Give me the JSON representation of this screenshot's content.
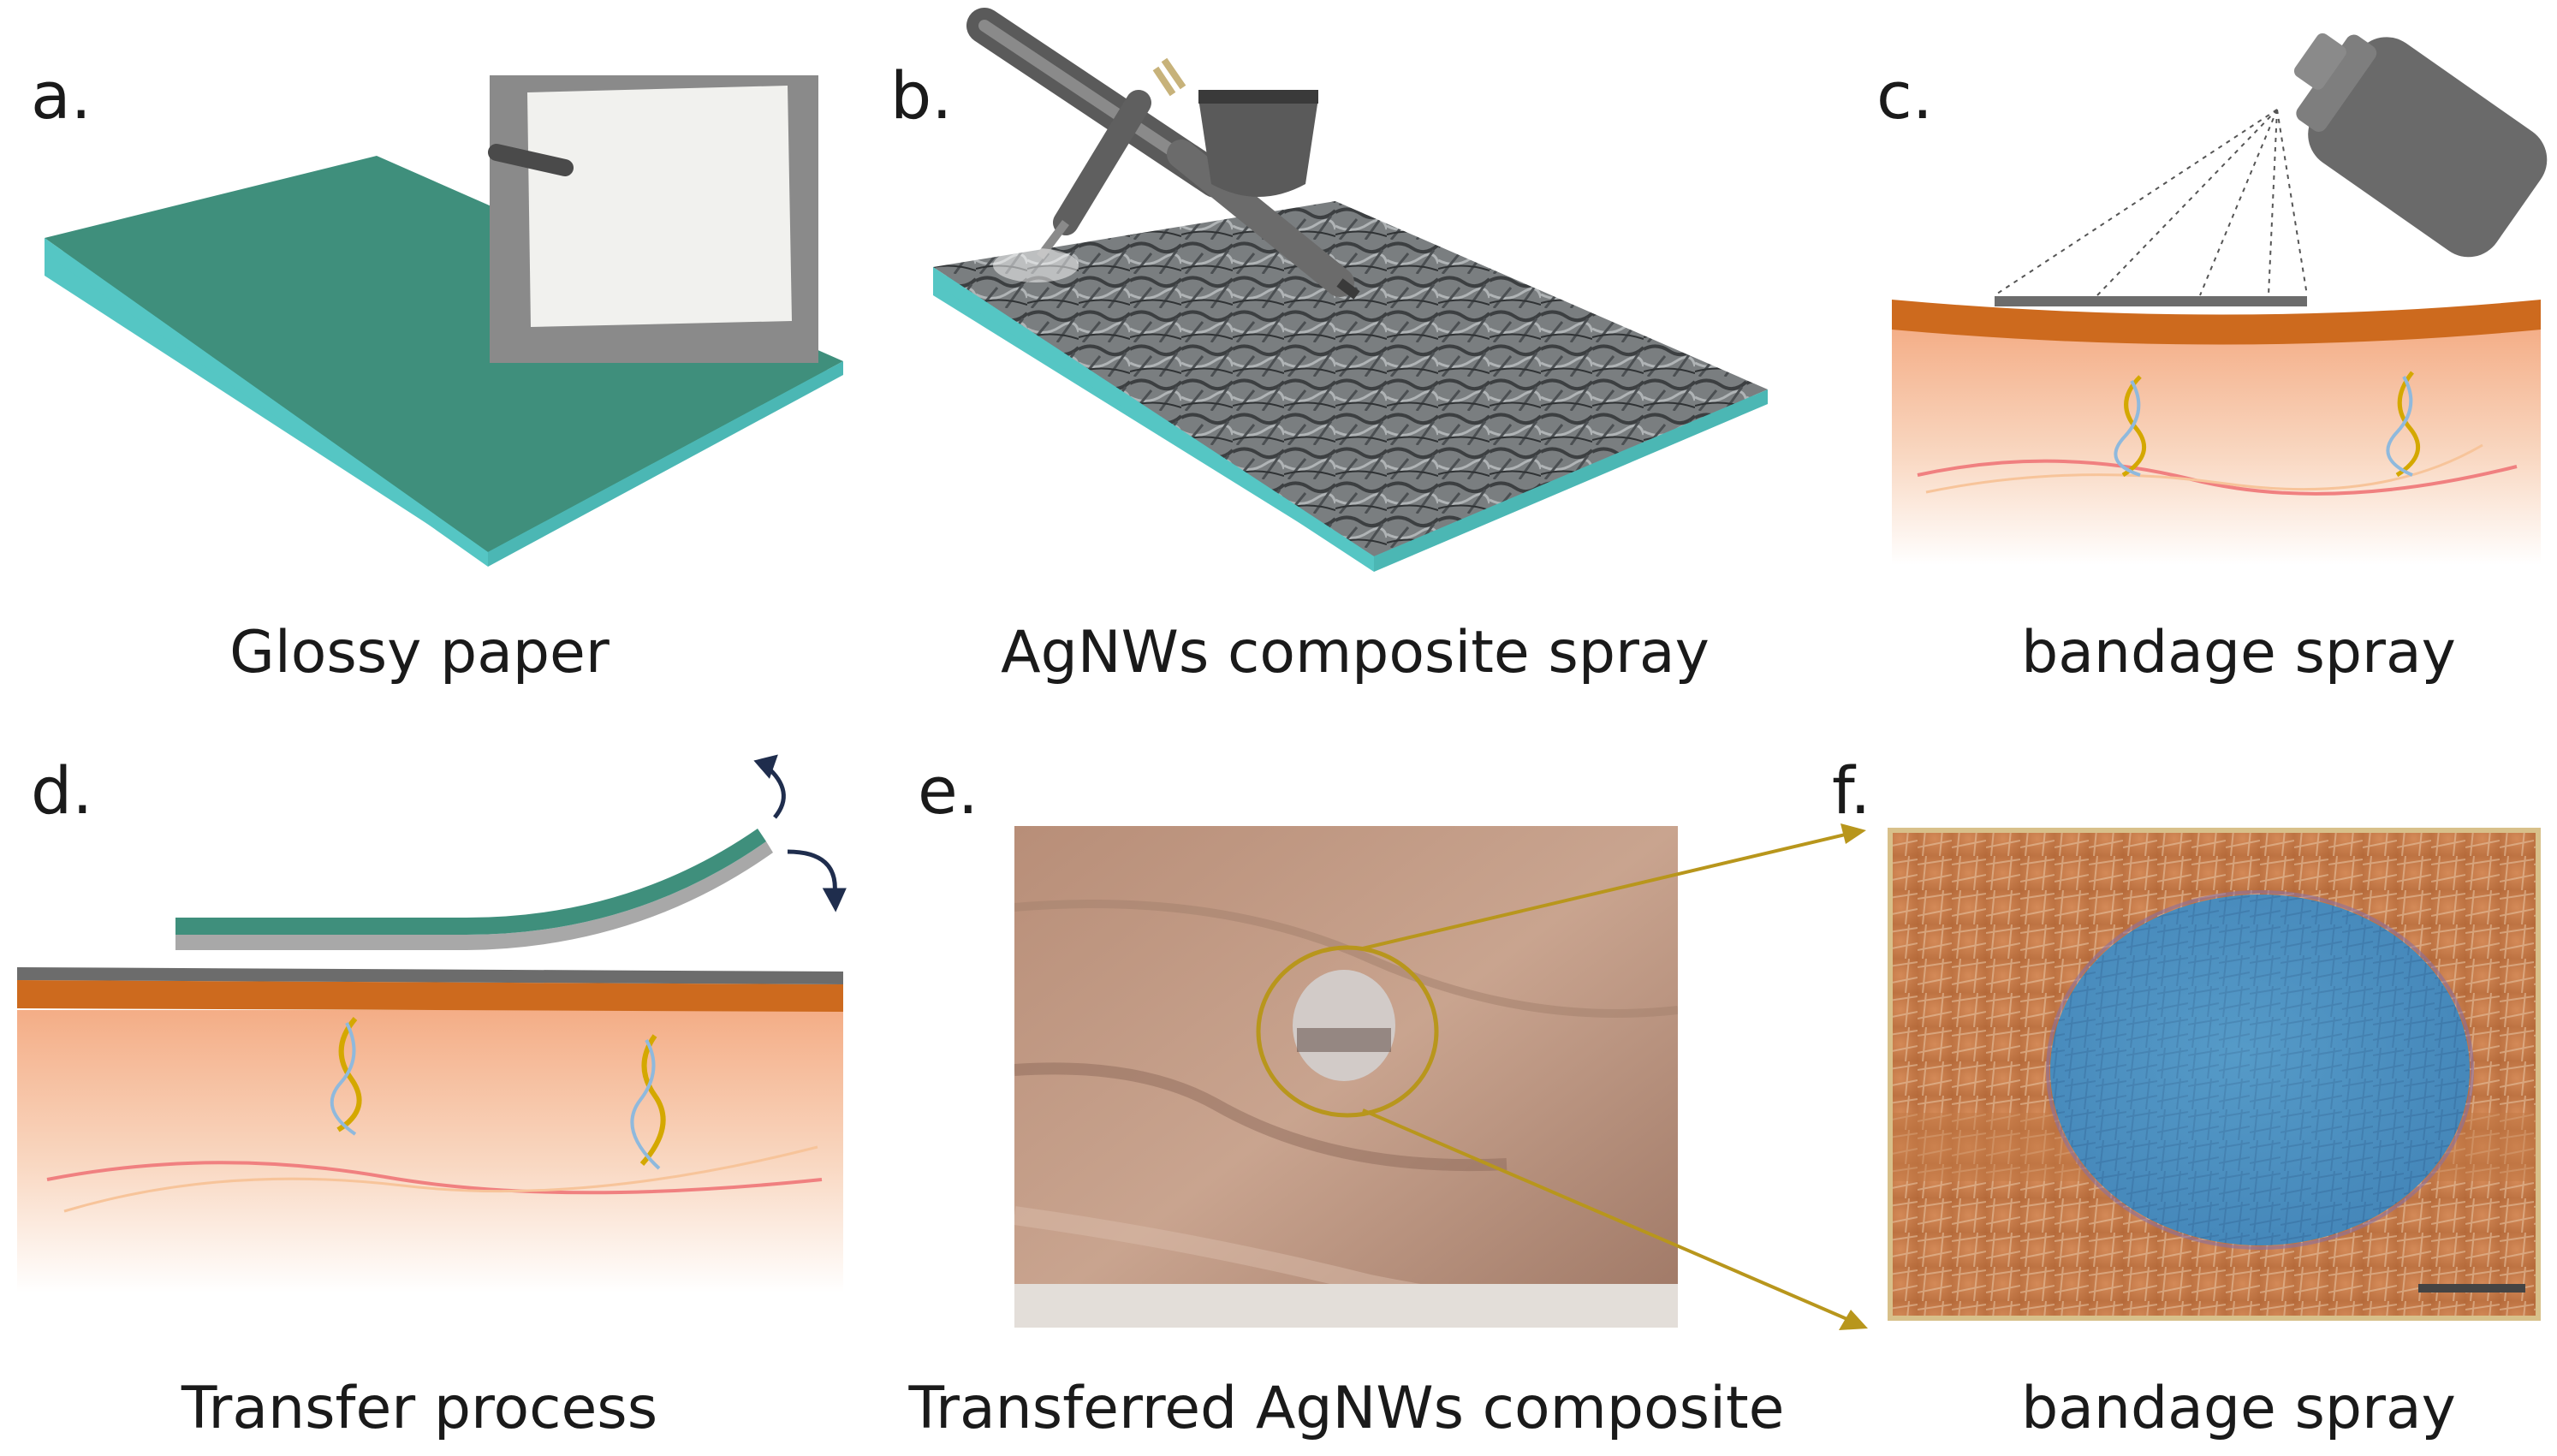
{
  "panels": [
    {
      "letter": "a.",
      "caption": "Glossy paper"
    },
    {
      "letter": "b.",
      "caption": "AgNWs composite spray"
    },
    {
      "letter": "c.",
      "caption": "bandage spray"
    },
    {
      "letter": "d.",
      "caption": "Transfer process"
    },
    {
      "letter": "e.",
      "caption": "Transferred AgNWs composite"
    },
    {
      "letter": "f.",
      "caption": "bandage spray"
    }
  ],
  "colors": {
    "substrate_top": "#3f8f7c",
    "substrate_edge": "#55c6c4",
    "skin_top": "#f2b48f",
    "skin_layer": "#cd6a1e",
    "coating": "#6c6c6c",
    "zoom_lines": "#b8961c",
    "blue_patch": "#4a8fbf",
    "arrow": "#1f2d4d"
  }
}
